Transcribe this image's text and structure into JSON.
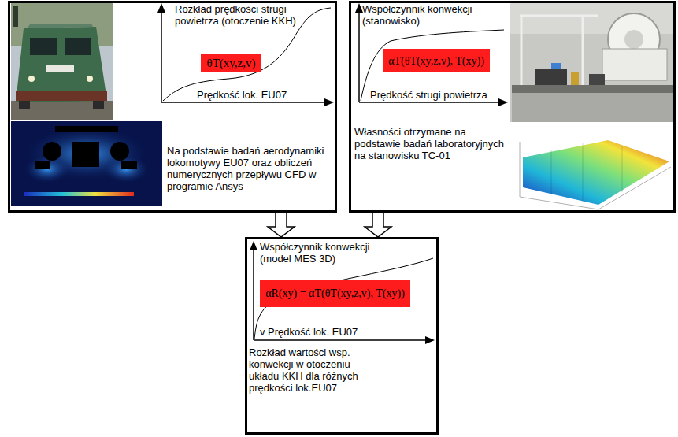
{
  "diagram": {
    "nodes": [
      {
        "text": [
          "Rozkład prędkości strugi powietrza (otoczenie KKH)",
          "Prędkość lok. EU07",
          "Na podstawie badań aerodynamiki lokomotywy EU07 oraz obliczeń numerycznych przepływu CFD w programie Ansys"
        ]
      },
      {
        "text": [
          "θT(xy,z,v)"
        ],
        "in": 0
      },
      {
        "text": [
          "Współczynnik konwekcji (stanowisko)",
          "Prędkość strugi powietrza",
          "Własności otrzymane na podstawie badań laboratoryjnych na stanowisku TC-01"
        ]
      },
      {
        "text": [
          "αT(θT(xy,z,v), T(xy))"
        ],
        "in": 2
      },
      {
        "text": [
          "Współczynnik konwekcji (model MES 3D)",
          "v Prędkość lok. EU07",
          "Rozkład wartości wsp. konwekcji w otoczeniu układu KKH dla różnych prędkości lok.EU07"
        ]
      },
      {
        "text": [
          "αR(xy) = αT(θT(xy,z,v), T(xy))"
        ],
        "in": 4
      }
    ],
    "edges": [
      {
        "from": 0,
        "to": 4,
        "arrow": "to"
      },
      {
        "from": 2,
        "to": 4,
        "arrow": "to"
      }
    ]
  }
}
